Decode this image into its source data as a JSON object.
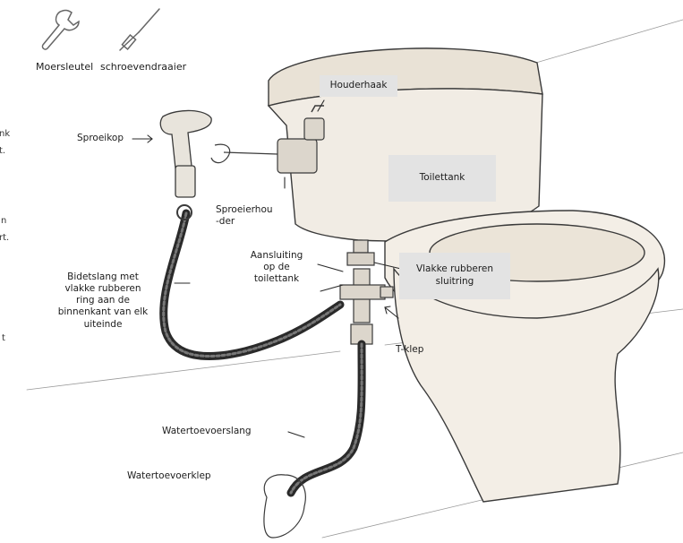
{
  "tools": {
    "wrench": "Moersleutel",
    "screwdriver": "schroevendraaier"
  },
  "labels": {
    "houderhaak": "Houderhaak",
    "sproeikop": "Sproeikop",
    "toilettank": "Toilettank",
    "sproeierhouder_1": "Sproeierhou",
    "sproeierhouder_2": "-der",
    "aansluiting_1": "Aansluiting",
    "aansluiting_2": "op de",
    "aansluiting_3": "toilettank",
    "vlakke_1": "Vlakke rubberen",
    "vlakke_2": "sluitring",
    "bidetslang_1": "Bidetslang met",
    "bidetslang_2": "vlakke rubberen",
    "bidetslang_3": "ring aan de",
    "bidetslang_4": "binnenkant van elk",
    "bidetslang_5": "uiteinde",
    "tklep": "T-klep",
    "watertoevoerslang": "Watertoevoerslang",
    "watertoevoerklep": "Watertoevoerklep"
  },
  "cropped_fragments": {
    "f1": "nk",
    "f2": "t.",
    "f3": "n",
    "f4": "rt.",
    "f5": "t"
  },
  "colors": {
    "label_box": "#e3e3e3",
    "line_art": "#3a3a3a",
    "text": "#1c1c1c"
  }
}
